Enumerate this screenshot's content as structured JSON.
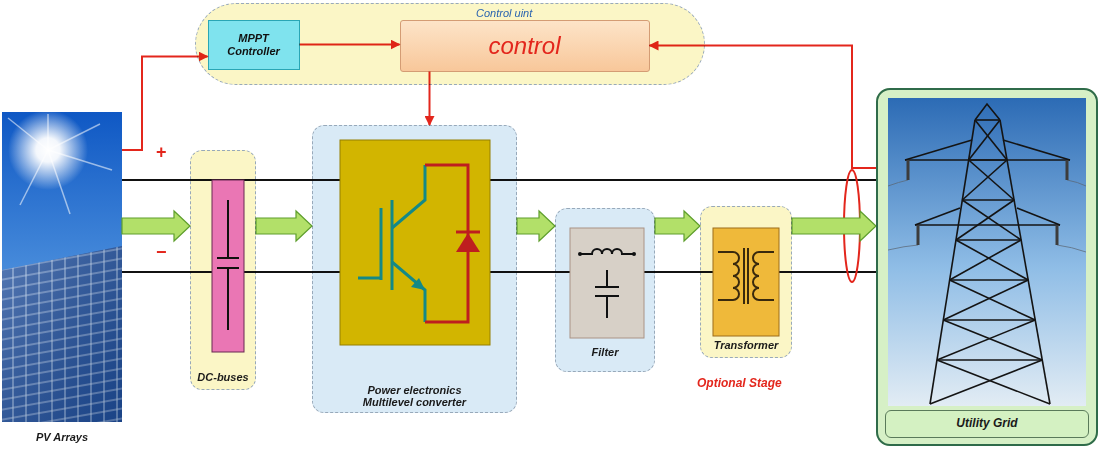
{
  "diagram": {
    "nodes": [
      {
        "text": [
          "Control uint"
        ]
      },
      {
        "text": [
          "MPPT Controller"
        ],
        "in": 0
      },
      {
        "text": [
          "control"
        ],
        "in": 0
      },
      {
        "text": [
          "PV Arrays"
        ]
      },
      {
        "text": [
          "DC-buses"
        ]
      },
      {
        "text": [
          "Power electronics Multilevel converter"
        ]
      },
      {
        "text": [
          "Filter"
        ]
      },
      {
        "text": [
          "Transformer"
        ]
      },
      {
        "text": [
          "Utility Grid"
        ]
      }
    ],
    "edges": [
      {
        "from": 3,
        "to": 1,
        "arrow": "to"
      },
      {
        "from": 1,
        "to": 2,
        "arrow": "to"
      },
      {
        "from": 2,
        "to": 5,
        "arrow": "to"
      },
      {
        "from": 8,
        "to": 2,
        "arrow": "to"
      },
      {
        "from": 3,
        "to": 4,
        "arrow": "to"
      },
      {
        "from": 4,
        "to": 5,
        "arrow": "to"
      },
      {
        "from": 5,
        "to": 6,
        "arrow": "to"
      },
      {
        "from": 6,
        "to": 7,
        "arrow": "to"
      },
      {
        "from": 7,
        "to": 8,
        "arrow": "to"
      }
    ],
    "labels": [
      "+",
      "−",
      "Optional Stage"
    ]
  }
}
